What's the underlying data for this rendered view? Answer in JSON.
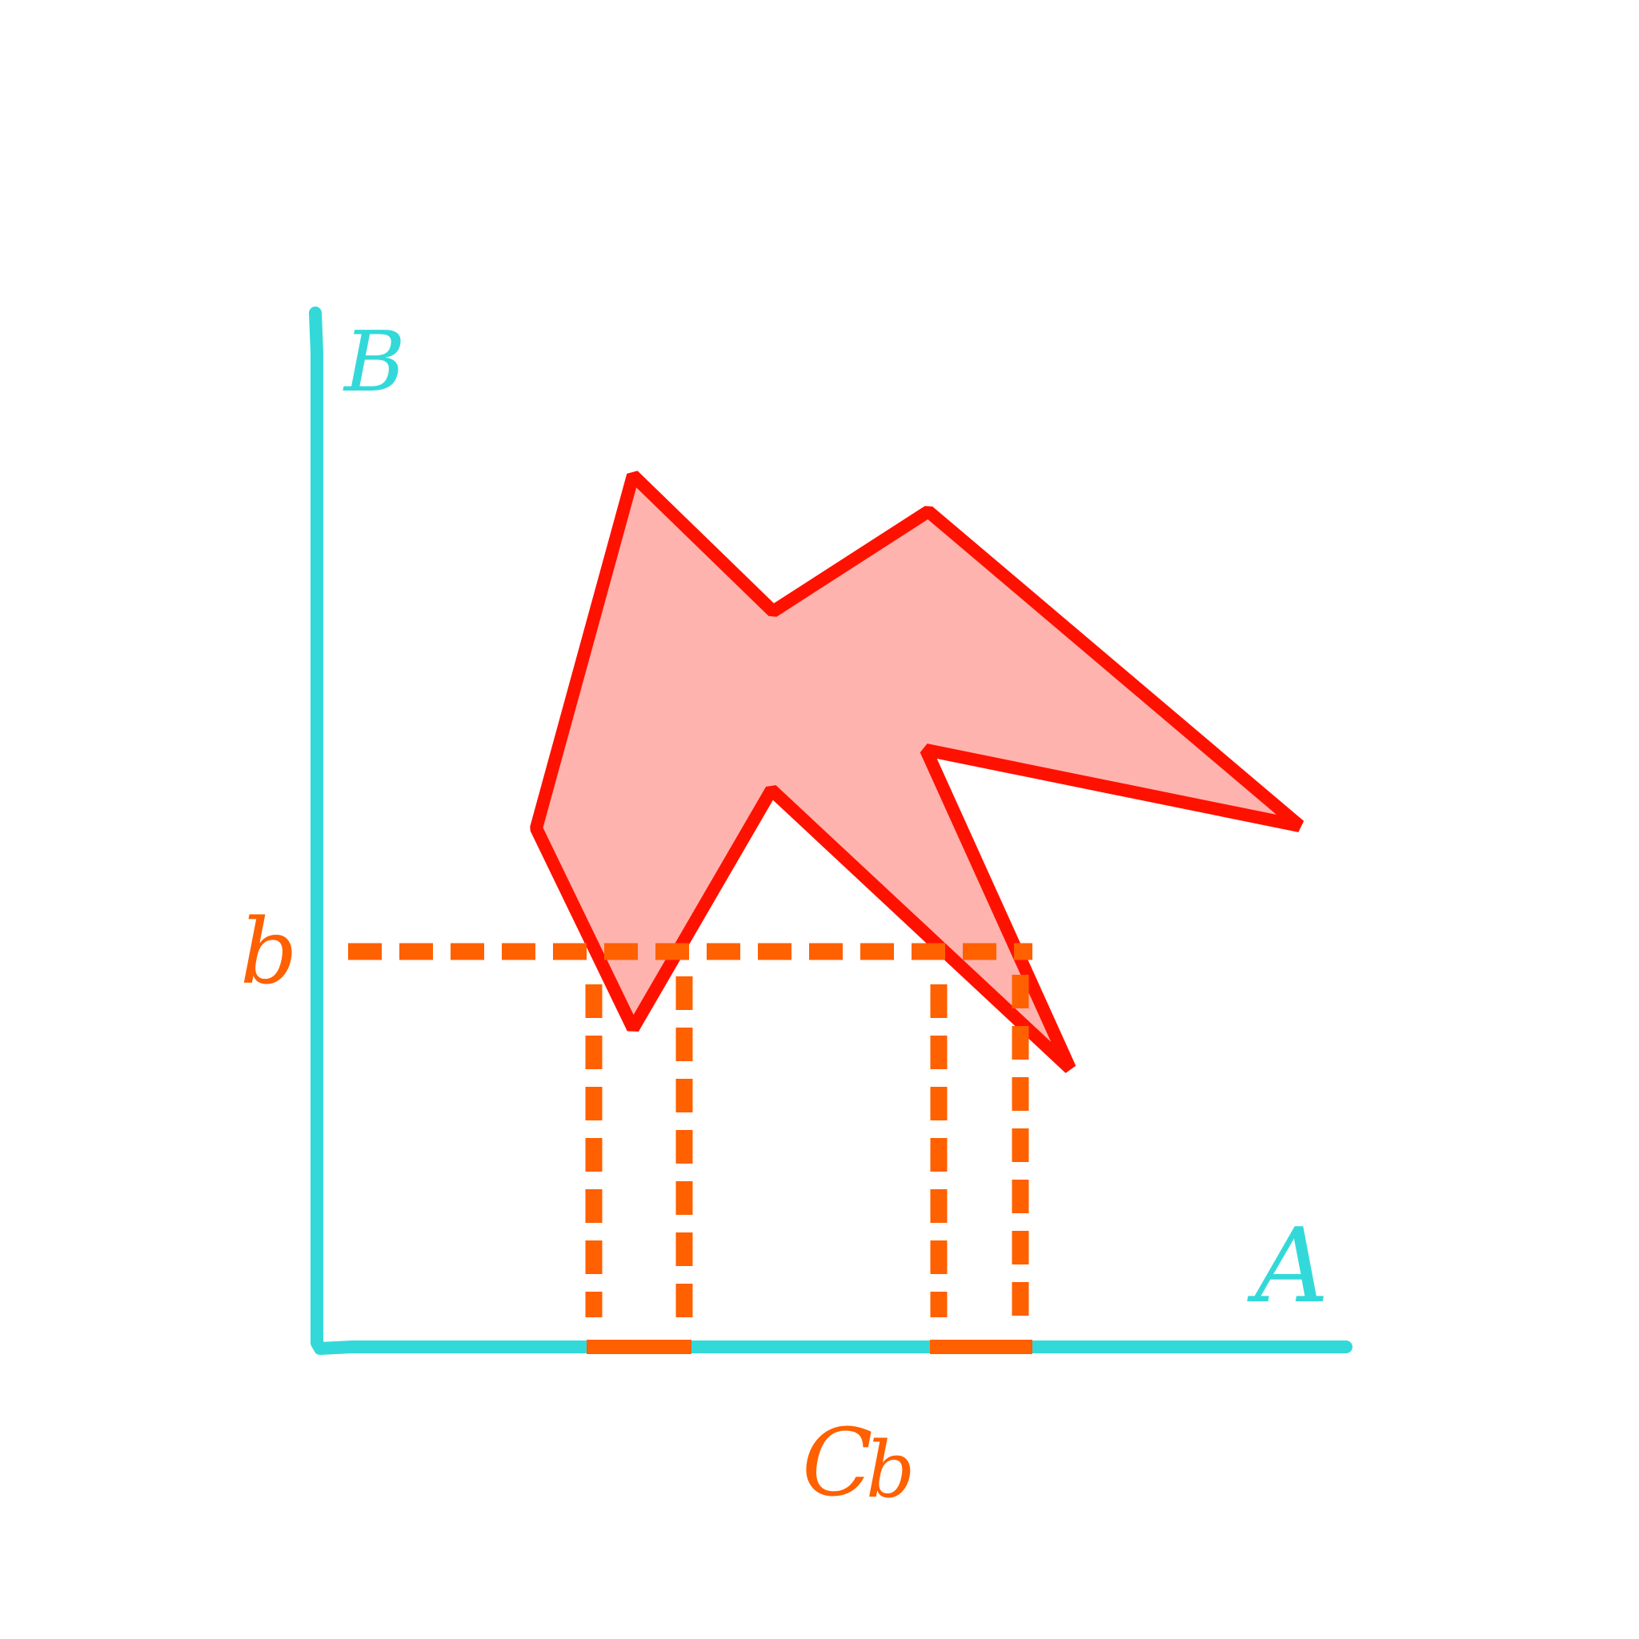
{
  "labels": {
    "axis_a": "A",
    "axis_b": "B",
    "level": "b",
    "cut_main": "C",
    "cut_sub": "b"
  },
  "colors": {
    "axis": "#33D9D9",
    "shape_stroke": "#FF1100",
    "shape_fill": "#FFB3AE",
    "highlight": "#FF6000",
    "background": "#FFFFFF"
  }
}
